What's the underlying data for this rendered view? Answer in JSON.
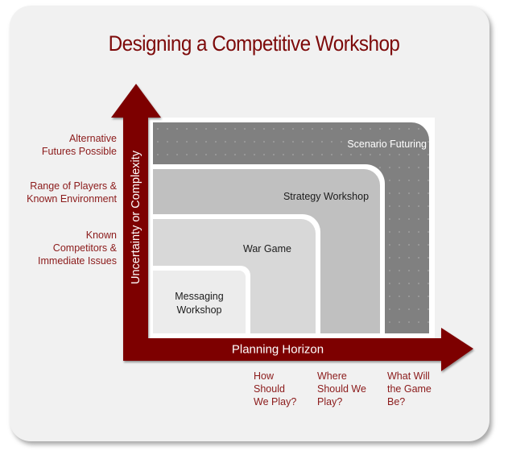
{
  "title": "Designing a Competitive Workshop",
  "colors": {
    "accent": "#7d0000",
    "label_text": "#8b1a1a",
    "scenario": "#808080",
    "strategy": "#c0c0c0",
    "war_game": "#d8d8d8",
    "messaging": "#ececec"
  },
  "y_axis": {
    "label": "Uncertainty or Complexity",
    "levels": [
      {
        "line1": "Alternative",
        "line2": "Futures Possible"
      },
      {
        "line1": "Range of Players &",
        "line2": "Known Environment"
      },
      {
        "line1": "Known",
        "line2": "Competitors &",
        "line3": "Immediate Issues"
      }
    ]
  },
  "x_axis": {
    "label": "Planning Horizon",
    "questions": [
      {
        "line1": "How",
        "line2": "Should",
        "line3": "We Play?"
      },
      {
        "line1": "Where",
        "line2": "Should We",
        "line3": "Play?"
      },
      {
        "line1": "What Will",
        "line2": "the Game",
        "line3": "Be?"
      }
    ]
  },
  "workshops": [
    {
      "name": "Scenario Futuring"
    },
    {
      "name": "Strategy Workshop"
    },
    {
      "name": "War Game"
    },
    {
      "line1": "Messaging",
      "line2": "Workshop"
    }
  ]
}
